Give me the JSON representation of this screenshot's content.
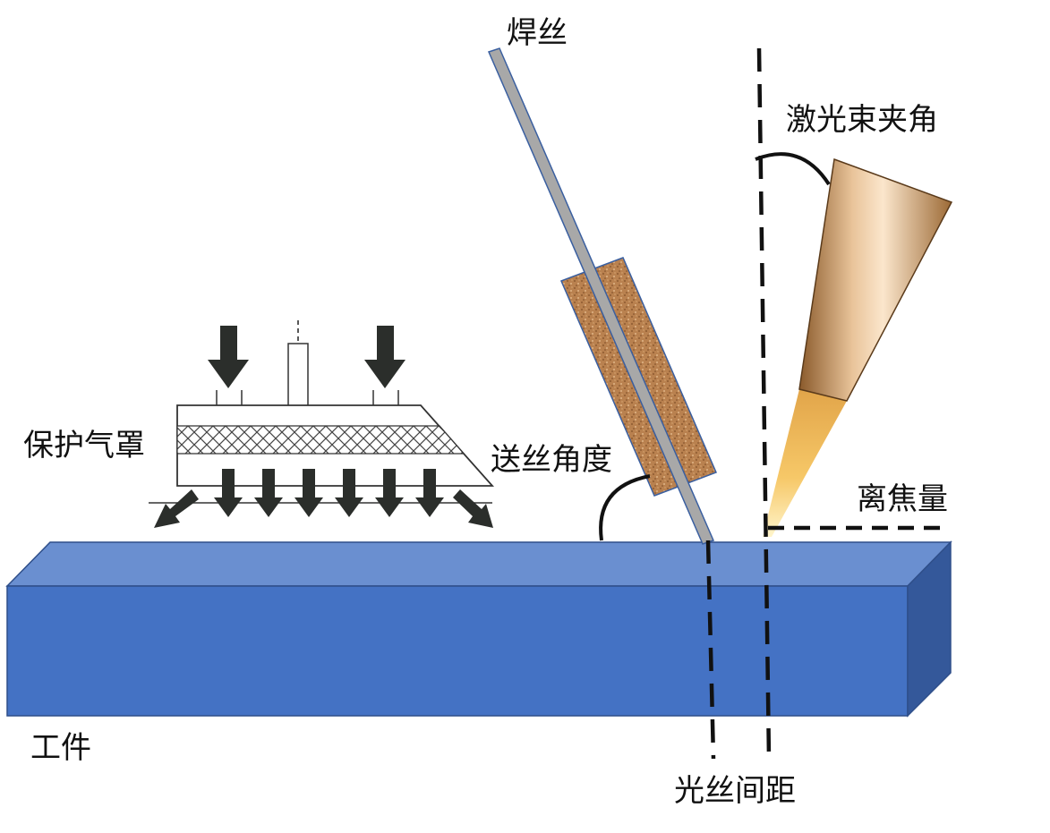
{
  "labels": {
    "wire": "焊丝",
    "laser_angle": "激光束夹角",
    "gas_shield": "保护气罩",
    "feed_angle": "送丝角度",
    "defocus": "离焦量",
    "workpiece": "工件",
    "gap": "光丝间距"
  },
  "colors": {
    "workpiece_top": "#6a8fd0",
    "workpiece_front": "#4472c4",
    "workpiece_side": "#34589a",
    "wire": "#a8a8a8",
    "nozzle": "#b07a45",
    "laser_head": "#c88a4c",
    "arrow": "#2b2e2b"
  }
}
